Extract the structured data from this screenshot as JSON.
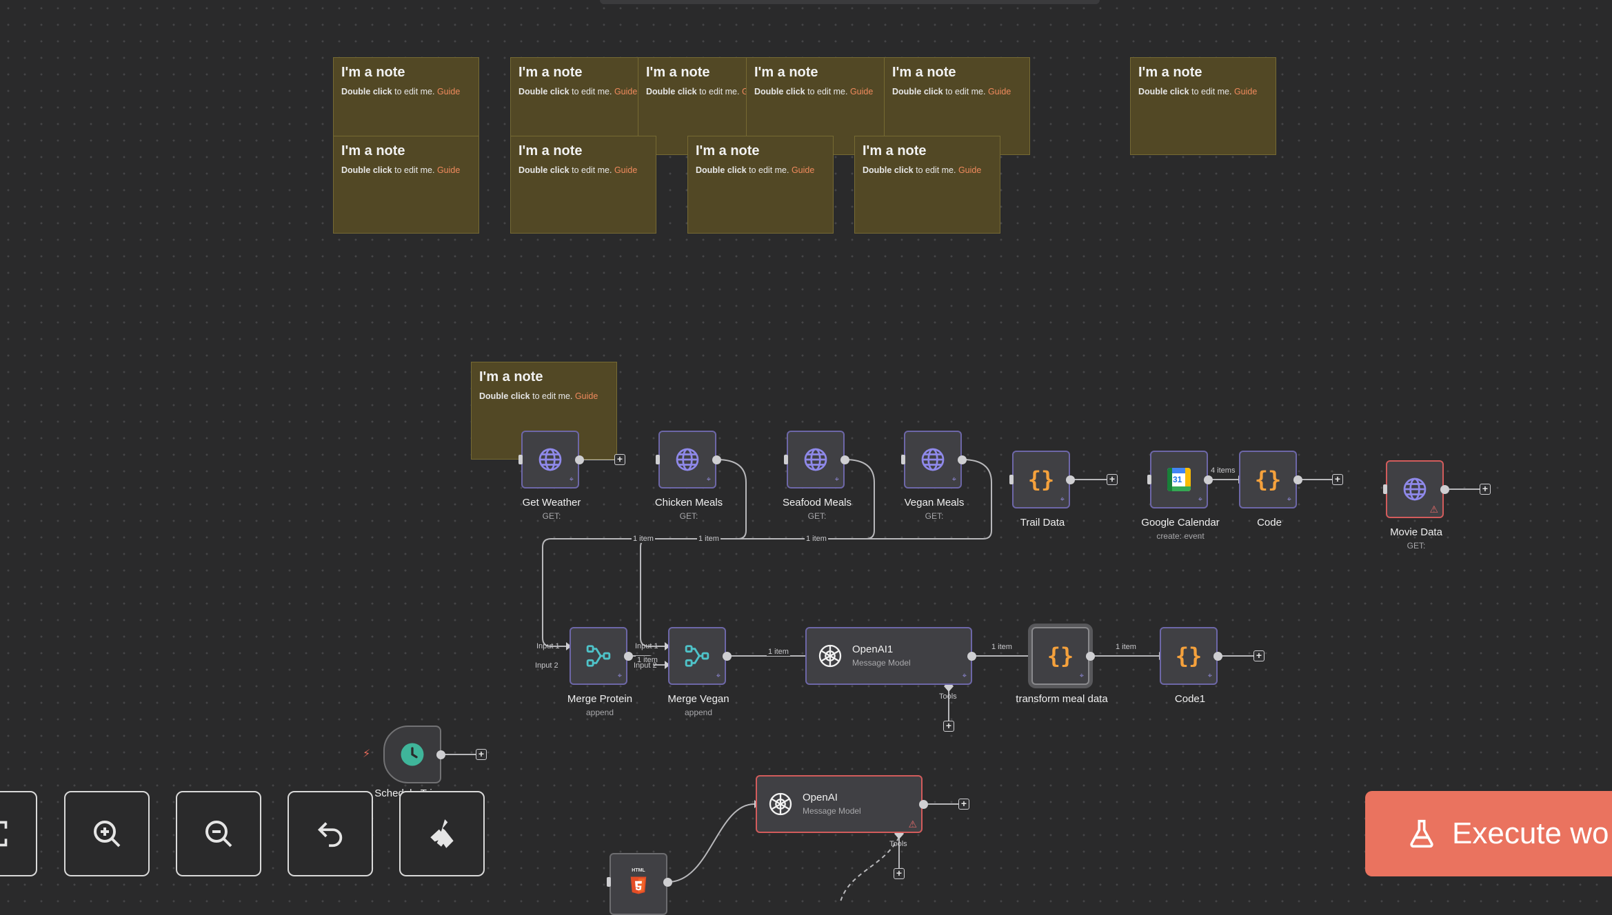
{
  "notes": {
    "title": "I'm a note",
    "action": "Double click",
    "rest": " to edit me. ",
    "link": "Guide"
  },
  "nodes": {
    "get_weather": {
      "label": "Get Weather",
      "sub": "GET:"
    },
    "chicken_meals": {
      "label": "Chicken Meals",
      "sub": "GET:"
    },
    "seafood_meals": {
      "label": "Seafood Meals",
      "sub": "GET:"
    },
    "vegan_meals": {
      "label": "Vegan Meals",
      "sub": "GET:"
    },
    "trail_data": {
      "label": "Trail Data"
    },
    "google_calendar": {
      "label": "Google Calendar",
      "sub": "create: event",
      "badge": "31"
    },
    "code": {
      "label": "Code"
    },
    "movie_data": {
      "label": "Movie Data",
      "sub": "GET:"
    },
    "merge_protein": {
      "label": "Merge Protein",
      "sub": "append"
    },
    "merge_vegan": {
      "label": "Merge Vegan",
      "sub": "append"
    },
    "openai1": {
      "label": "OpenAI1",
      "sub": "Message Model"
    },
    "transform_meal_data": {
      "label": "transform meal data"
    },
    "code1": {
      "label": "Code1"
    },
    "schedule_trigger": {
      "label": "Schedule Trigger"
    },
    "openai": {
      "label": "OpenAI",
      "sub": "Message Model"
    },
    "html": {
      "badge": "HTML"
    }
  },
  "edge_labels": {
    "one_item": "1 item",
    "four_items": "4 items",
    "input1": "Input 1",
    "input2": "Input 2",
    "tools": "Tools"
  },
  "controls": {
    "execute_label": "Execute wo"
  },
  "colors": {
    "canvas": "#2a2a2b",
    "note": "#524825",
    "node_border": "#6d67a8",
    "error": "#d35c5c",
    "accent": "#ea735f",
    "code_icon": "#f5a13c",
    "merge_icon": "#4ec3c9",
    "globe_icon": "#8f89ea"
  }
}
